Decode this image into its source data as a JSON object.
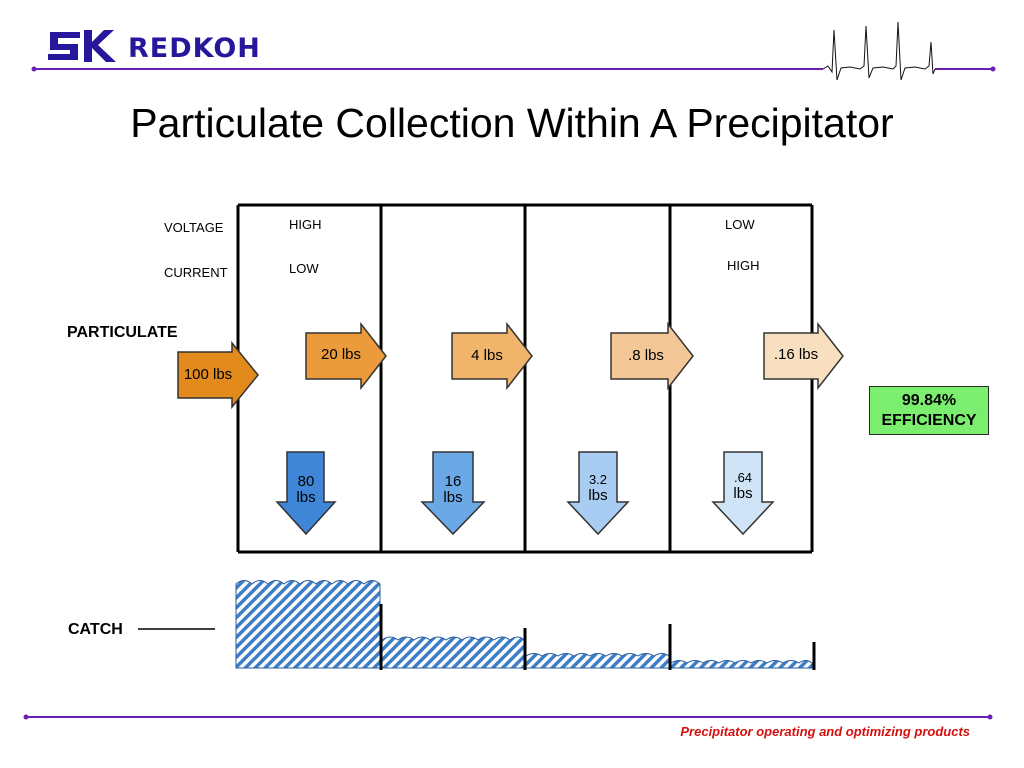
{
  "brand": {
    "name": "REDKOH"
  },
  "title": "Particulate Collection Within A Precipitator",
  "labels": {
    "voltage": "VOLTAGE",
    "current": "CURRENT",
    "particulate": "PARTICULATE",
    "catch": "CATCH"
  },
  "zone_first": {
    "voltage": "HIGH",
    "current": "LOW"
  },
  "zone_last": {
    "voltage": "LOW",
    "current": "HIGH"
  },
  "flow_arrows": [
    "100 lbs",
    "20 lbs",
    "4 lbs",
    ".8 lbs",
    ".16 lbs"
  ],
  "collected": [
    {
      "value": "80",
      "unit": "lbs"
    },
    {
      "value": "16",
      "unit": "lbs"
    },
    {
      "value": "3.2",
      "unit": "lbs"
    },
    {
      "value": ".64",
      "unit": "lbs"
    }
  ],
  "efficiency": {
    "value": "99.84%",
    "label": "EFFICIENCY"
  },
  "footer": "Precipitator operating and optimizing  products",
  "colors": {
    "brand": "#27179a",
    "flow_arrows": [
      "#e38a1c",
      "#eb9b3c",
      "#f0b56b",
      "#f3c896",
      "#f8dfbf"
    ],
    "collected_arrows": [
      "#3f86d6",
      "#6aa8e6",
      "#a9cdf2",
      "#cfe4f7"
    ],
    "efficiency_bg": "#7bed6f",
    "footer": "#d41010"
  }
}
